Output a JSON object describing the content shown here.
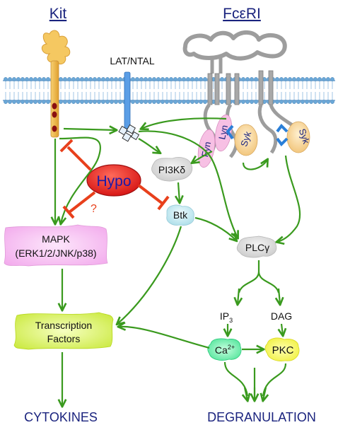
{
  "labels": {
    "kit": "Kit",
    "fceri": "FcεRI",
    "lat_ntal": "LAT/NTAL",
    "hypo": "Hypo",
    "pi3k": "PI3Kδ",
    "btk": "Btk",
    "question_mark": "?",
    "mapk_line1": "MAPK",
    "mapk_line2": "(ERK1/2/JNK/p38)",
    "plcg": "PLCγ",
    "ip3_main": "IP",
    "ip3_sub": "3",
    "dag": "DAG",
    "ca_main": "Ca",
    "ca_sup": "2+",
    "pkc": "PKC",
    "tf_line1": "Transcription",
    "tf_line2": "Factors",
    "cytokines": "CYTOKINES",
    "degranulation": "DEGRANULATION",
    "fyn": "Fyn",
    "lyn": "Lyn",
    "syk1": "Syk",
    "syk2": "Syk"
  },
  "colors": {
    "activation_arrow": "#3a9a1e",
    "inhibition_arrow": "#e8401c",
    "hypo_fill": "#e01818",
    "hypo_text": "#1a1aa8",
    "membrane": "#6aa8d8",
    "title_text": "#1a237e",
    "mapk_fill": "#f6b8f0",
    "tf_fill": "#d8f060",
    "pkc_fill": "#f2f24a",
    "ca_fill": "#6ef0a8",
    "btk_fill": "#c4ecf2",
    "kinase_fill": "#f5d8a0",
    "receptor_gray": "#b0b0b0"
  }
}
